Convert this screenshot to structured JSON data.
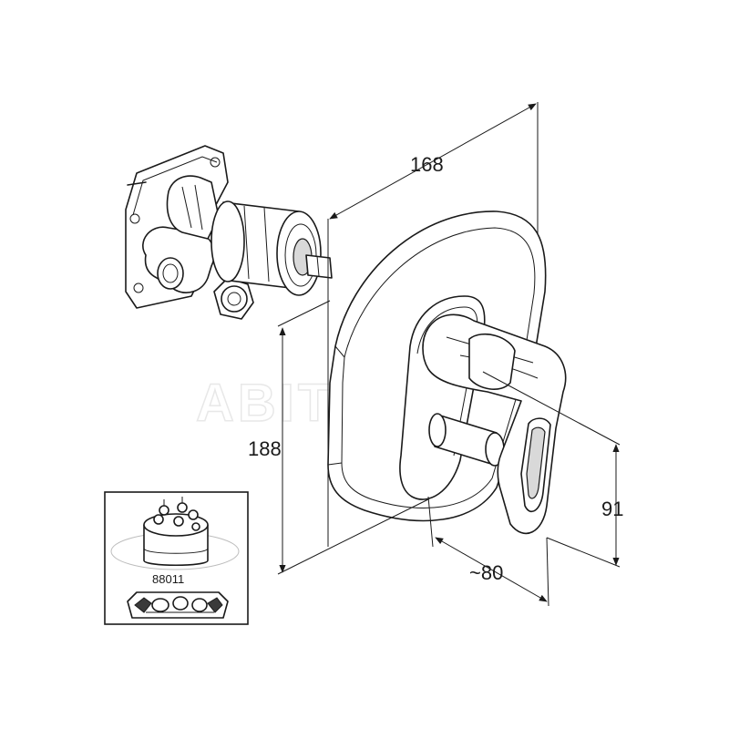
{
  "dimensions": {
    "depth": "168",
    "height": "188",
    "lever_height": "91",
    "lever_projection": "~80"
  },
  "inset": {
    "part_number": "88011"
  },
  "watermark": "ABITANT",
  "colors": {
    "line": "#1a1a1a",
    "shade": "#d9d9d9",
    "watermark": "#e8e8e8"
  }
}
